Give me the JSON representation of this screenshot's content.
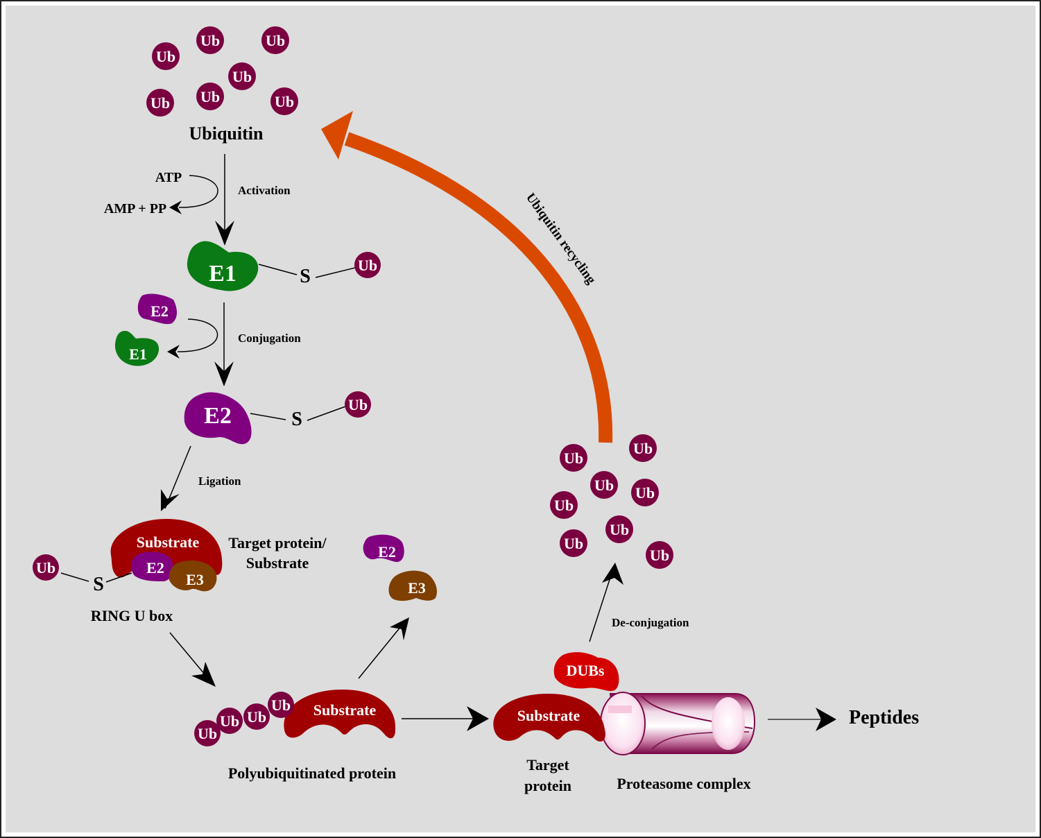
{
  "colors": {
    "background": "#dddddd",
    "ubiquitin": "#7a0040",
    "e1": "#0a7a14",
    "e2": "#800080",
    "e3": "#7e3f00",
    "substrate": "#a00000",
    "dubs": "#d40000",
    "recycling_arrow": "#d94a00",
    "proteasome": "#9a1a60"
  },
  "labels": {
    "ubiquitin_pool": "Ubiquitin",
    "ub": "Ub",
    "atp": "ATP",
    "amp_pp": "AMP + PP",
    "activation": "Activation",
    "e1": "E1",
    "e2": "E2",
    "e3": "E3",
    "s": "S",
    "conjugation": "Conjugation",
    "ligation": "Ligation",
    "substrate": "Substrate",
    "target_protein_substrate_1": "Target protein/",
    "target_protein_substrate_2": "Substrate",
    "ring_u_box": "RING U box",
    "polyubiquitinated_protein": "Polyubiquitinated protein",
    "target_protein_1": "Target",
    "target_protein_2": "protein",
    "proteasome_complex": "Proteasome complex",
    "peptides": "Peptides",
    "dubs": "DUBs",
    "deconjugation": "De-conjugation",
    "ubiquitin_recycling": "Ubiquitin recycling"
  }
}
